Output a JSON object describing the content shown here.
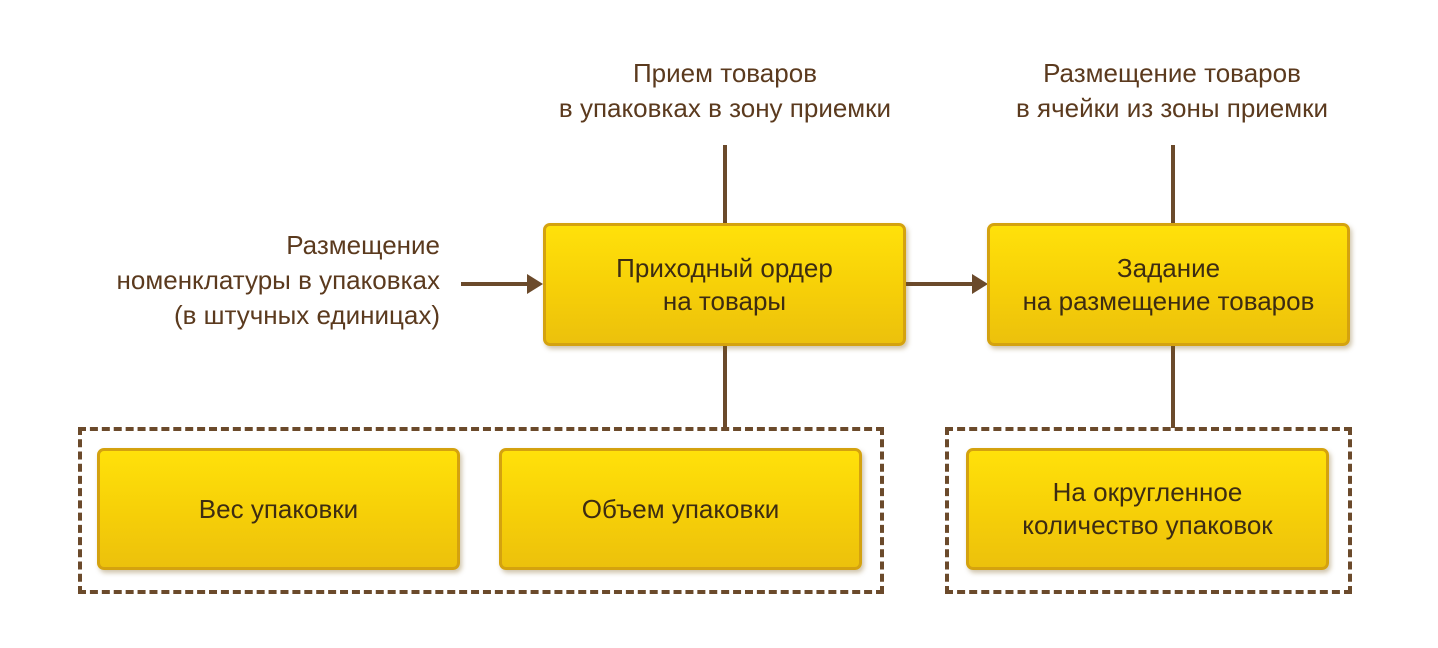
{
  "diagram": {
    "inputs": {
      "left_source": "Размещение\nноменклатуры в упаковках\n(в штучных единицах)",
      "top_receipt": "Прием товаров\nв упаковках в зону приемки",
      "top_placement": "Размещение товаров\nв ячейки из зоны приемки"
    },
    "nodes": {
      "receipt_order": "Приходный ордер\nна товары",
      "placement_task": "Задание\nна размещение товаров"
    },
    "receipt_group": {
      "items": [
        "Вес упаковки",
        "Объем упаковки"
      ]
    },
    "placement_group": {
      "items": [
        "На округленное\nколичество упаковок"
      ]
    },
    "colors": {
      "box_fill_top": "#ffe10a",
      "box_fill_bottom": "#ecc10c",
      "box_border": "#d4a20f",
      "line": "#6b4a2b",
      "text_label": "#5b3a1e",
      "text_box": "#3d2c12"
    }
  }
}
